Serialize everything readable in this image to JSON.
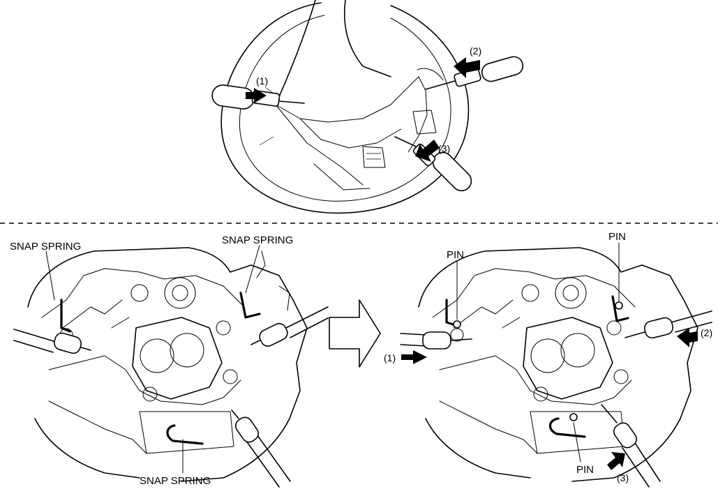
{
  "top_view": {
    "callouts": [
      "(1)",
      "(2)",
      "(3)"
    ]
  },
  "bottom_left": {
    "labels": [
      "SNAP SPRING",
      "SNAP SPRING",
      "SNAP SPRING"
    ]
  },
  "bottom_right": {
    "pin_labels": [
      "PIN",
      "PIN",
      "PIN"
    ],
    "callouts": [
      "(1)",
      "(2)",
      "(3)"
    ]
  },
  "colors": {
    "line": "#000000",
    "background": "#ffffff"
  }
}
